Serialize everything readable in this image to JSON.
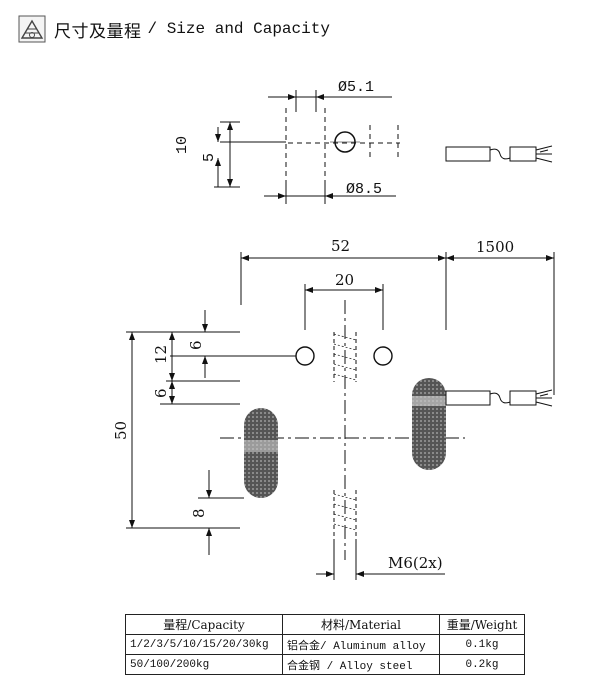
{
  "header": {
    "title": "尺寸及量程",
    "subtitle": "/ Size and Capacity"
  },
  "dimensions": {
    "hole_diameter": "Ø5.1",
    "body_diameter": "Ø8.5",
    "height_10": "10",
    "height_5": "5",
    "width_52": "52",
    "cable_1500": "1500",
    "spacing_20": "20",
    "offset_6a": "6",
    "offset_12": "12",
    "offset_6b": "6",
    "height_50": "50",
    "offset_8": "8",
    "thread": "M6(2x)"
  },
  "spec_table": {
    "headers": [
      "量程/Capacity",
      "材料/Material",
      "重量/Weight"
    ],
    "rows": [
      [
        "1/2/3/5/10/15/20/30kg",
        "铝合金/ Aluminum alloy",
        "0.1kg"
      ],
      [
        "50/100/200kg",
        "合金钢 / Alloy steel",
        "0.2kg"
      ]
    ]
  }
}
